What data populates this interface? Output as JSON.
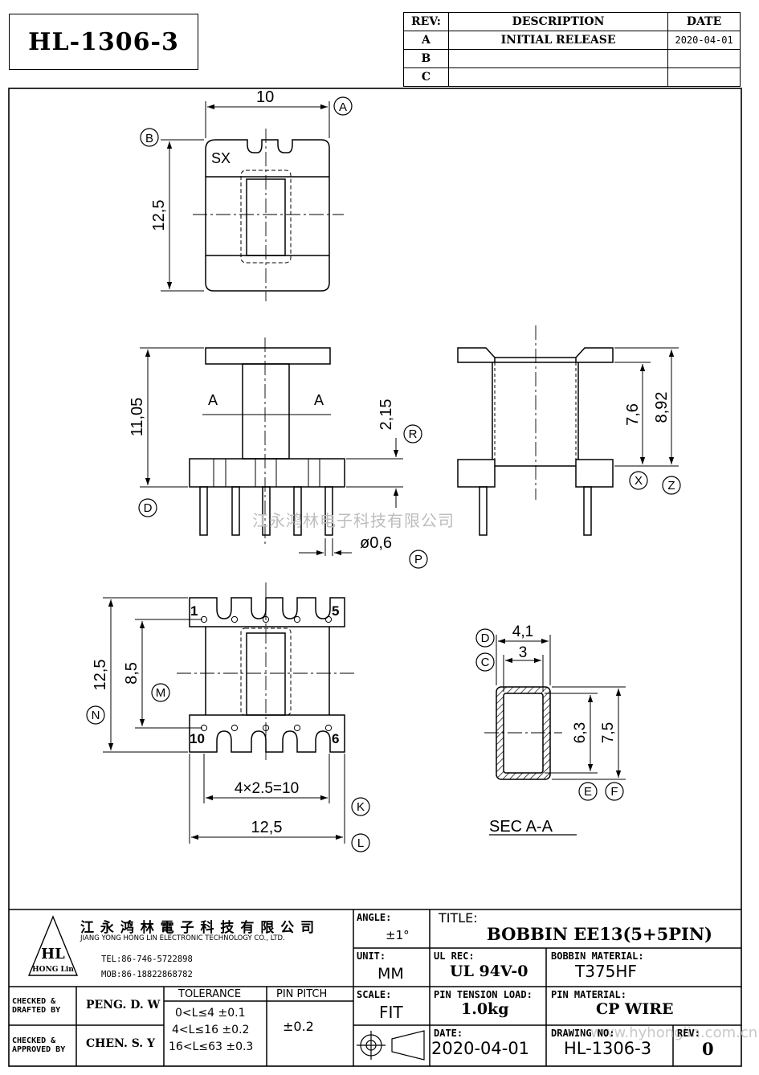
{
  "part_number": "HL-1306-3",
  "revision_table": {
    "headers": [
      "REV:",
      "DESCRIPTION",
      "DATE"
    ],
    "rows": [
      {
        "rev": "A",
        "description": "INITIAL  RELEASE",
        "date": "2020-04-01"
      },
      {
        "rev": "B",
        "description": "",
        "date": ""
      },
      {
        "rev": "C",
        "description": "",
        "date": ""
      }
    ]
  },
  "views": {
    "top": {
      "width": "10",
      "height": "12,5",
      "marking": "SX",
      "label_a": "A",
      "label_b": "B"
    },
    "front": {
      "height": "11,05",
      "pin_len": "2,15",
      "pin_dia": "ø0,6",
      "section_left": "A",
      "section_right": "A",
      "label_r": "R",
      "label_d": "D",
      "label_p": "P"
    },
    "side": {
      "inner": "7,6",
      "outer": "8,92",
      "label_x": "X",
      "label_z": "Z"
    },
    "bottom": {
      "height": "12,5",
      "pin_row": "8,5",
      "pitch": "4×2.5=10",
      "width": "12,5",
      "pin_1": "1",
      "pin_5": "5",
      "pin_10": "10",
      "pin_6": "6",
      "label_n": "N",
      "label_m": "M",
      "label_k": "K",
      "label_l": "L"
    },
    "section": {
      "outer_w": "4,1",
      "inner_w": "3",
      "inner_h": "6,3",
      "outer_h": "7,5",
      "title": "SEC  A-A",
      "label_d": "D",
      "label_c": "C",
      "label_e": "E",
      "label_f": "F"
    }
  },
  "watermark": "江永鸿林电子科技有限公司",
  "watermark_url": "www.hyhonglin.com.cn",
  "company": {
    "name_cn": "江 永 鸿 林 電 子 科 技 有 限 公 司",
    "name_en": "JIANG YONG HONG LIN ELECTRONIC TECHNOLOGY CO., LTD.",
    "tel": "TEL:86-746-5722898",
    "mob": "MOB:86-18822868782",
    "logo_text": "HL",
    "logo_sub": "HONG Lin"
  },
  "title_block": {
    "checked_drafted_label": "CHECKED &\nDRAFTED BY",
    "checked_drafted": "PENG. D. W",
    "checked_approved_label": "CHECKED &\nAPPROVED BY",
    "checked_approved": "CHEN. S. Y",
    "tolerance_label": "TOLERANCE",
    "tolerances": [
      "0<L≤4  ±0.1",
      "4<L≤16 ±0.2",
      "16<L≤63 ±0.3"
    ],
    "pin_pitch_label": "PIN PITCH",
    "pin_pitch": "±0.2",
    "angle_label": "ANGLE:",
    "angle": "±1°",
    "unit_label": "UNIT:",
    "unit": "MM",
    "scale_label": "SCALE:",
    "scale": "FIT",
    "title_label": "TITLE:",
    "title": "BOBBIN EE13(5+5PIN)",
    "ul_rec_label": "UL REC:",
    "ul_rec": "UL 94V-0",
    "bobbin_material_label": "BOBBIN MATERIAL:",
    "bobbin_material": "T375HF",
    "pin_tension_label": "PIN TENSION LOAD:",
    "pin_tension": "1.0kg",
    "pin_material_label": "PIN MATERIAL:",
    "pin_material": "CP WIRE",
    "date_label": "DATE:",
    "date": "2020-04-01",
    "drawing_no_label": "DRAWING NO:",
    "drawing_no": "HL-1306-3",
    "rev_label": "REV:",
    "rev": "0"
  }
}
